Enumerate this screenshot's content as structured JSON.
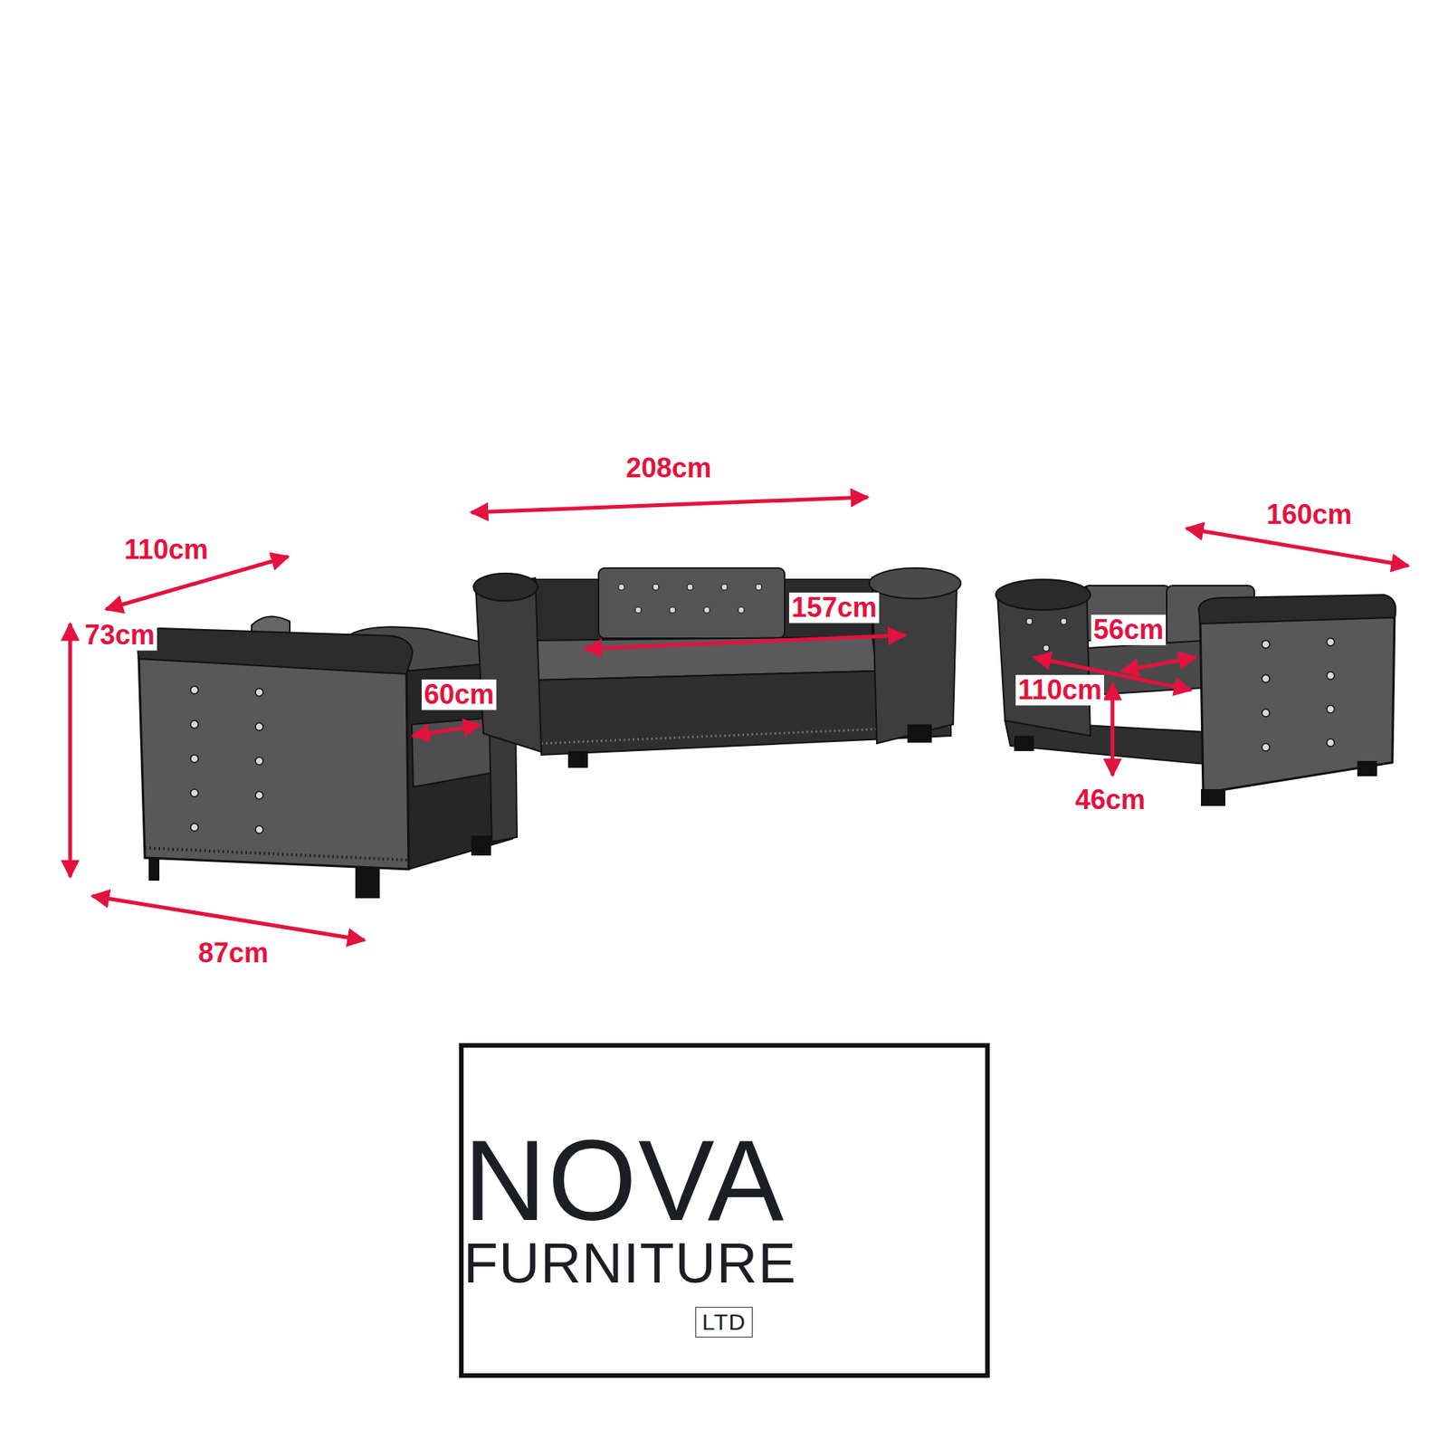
{
  "diagram": {
    "nodes": [
      {
        "text": [
          "NOVA",
          "FURNITURE"
        ]
      },
      {
        "text": [
          "LTD"
        ],
        "in": 0
      }
    ],
    "labels": [
      "110cm",
      "73cm",
      "208cm",
      "157cm",
      "60cm",
      "160cm",
      "56cm",
      "110cm",
      "46cm",
      "87cm"
    ]
  }
}
